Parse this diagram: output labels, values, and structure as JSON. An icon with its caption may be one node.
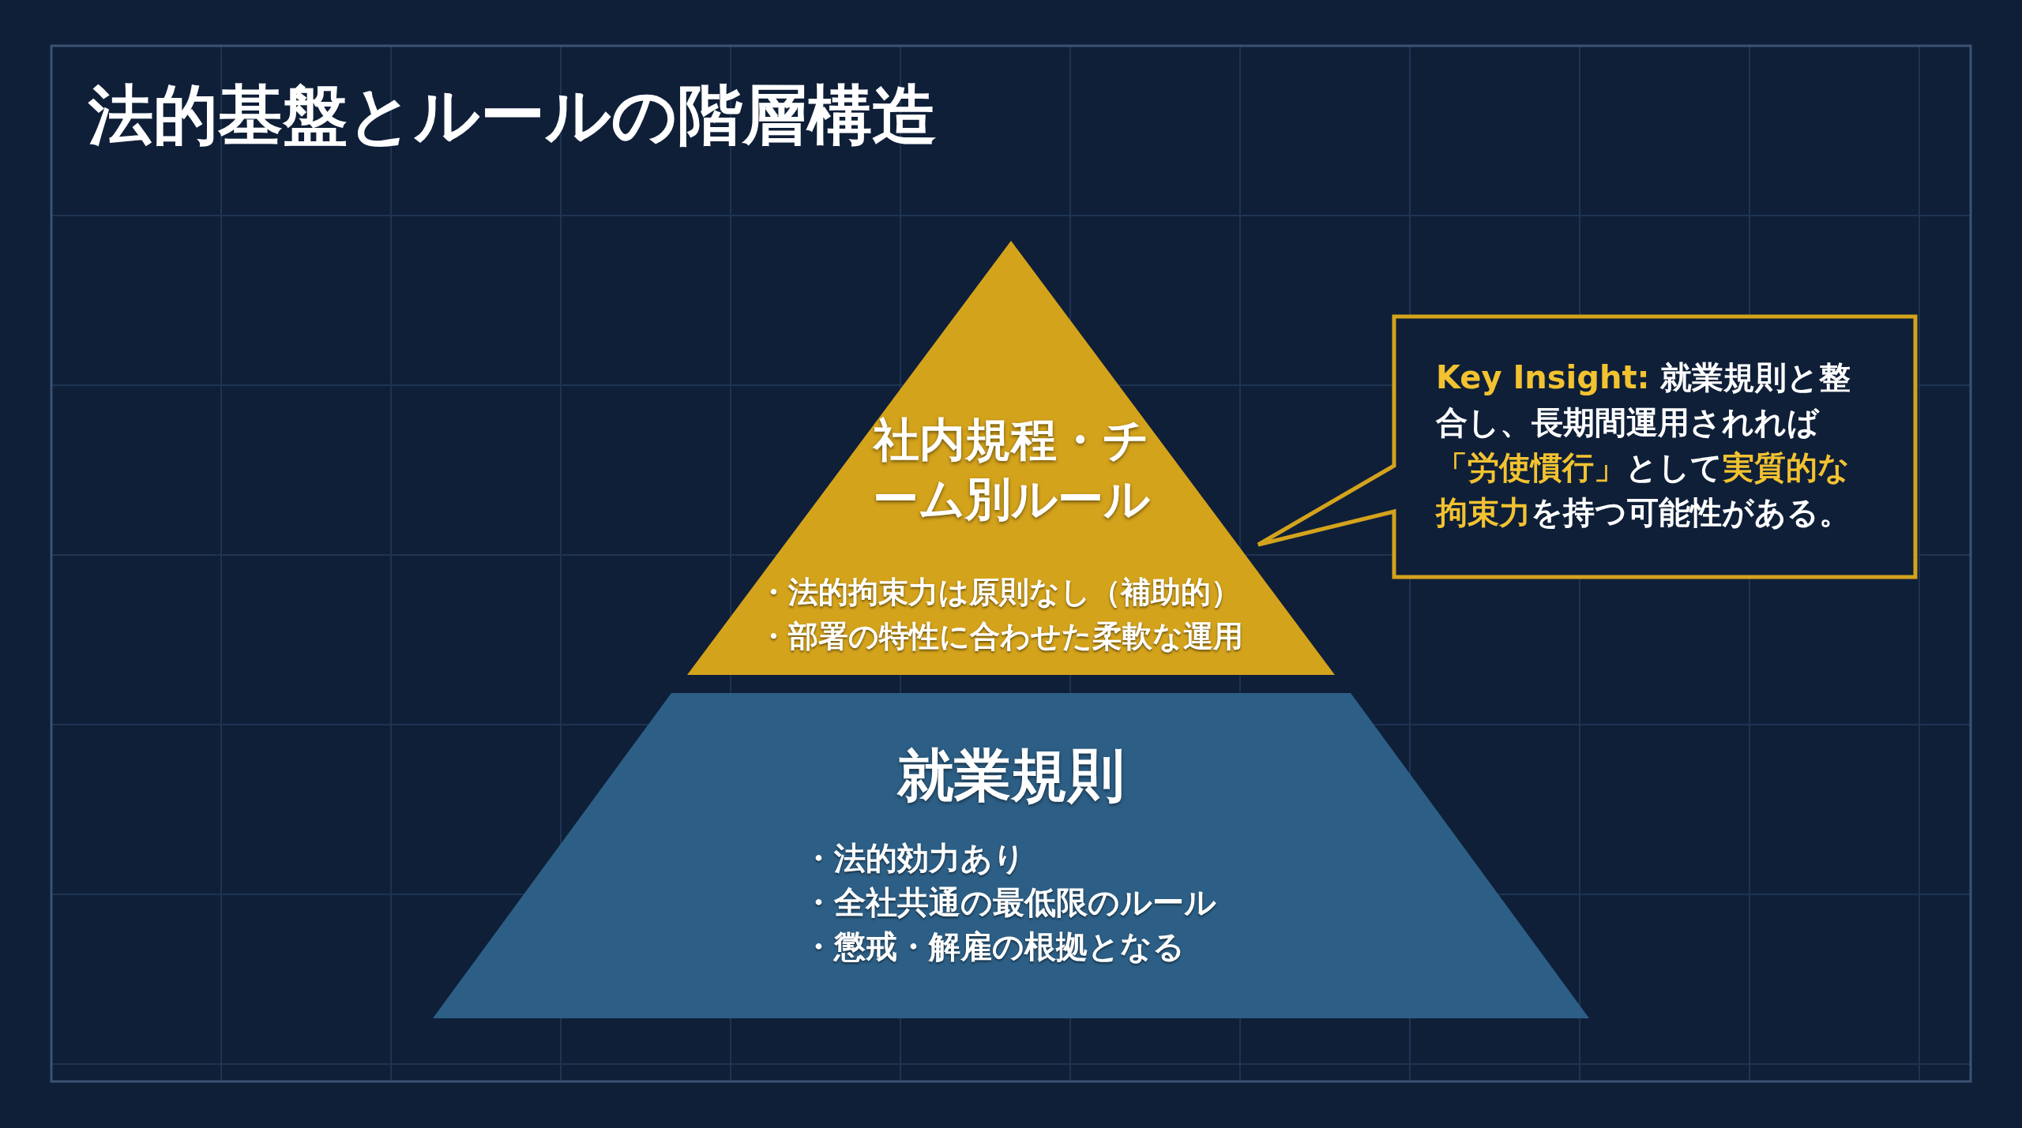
{
  "diagram": {
    "title": "法的基盤とルールの階層構造",
    "nodes": [
      {
        "text": [
          "社内規程・チーム別ルール",
          "・法的拘束力は原則なし（補助的）",
          "・部署の特性に合わせた柔軟な運用"
        ]
      },
      {
        "text": [
          "就業規則",
          "・法的効力あり",
          "・全社共通の最低限のルール",
          "・懲戒・解雇の根拠となる"
        ]
      },
      {
        "text": [
          "**Key Insight:** 就業規則と整合し、長期間運用されれば**「労使慣行」**として**実質的な拘束力**を持つ可能性がある。"
        ]
      }
    ]
  }
}
